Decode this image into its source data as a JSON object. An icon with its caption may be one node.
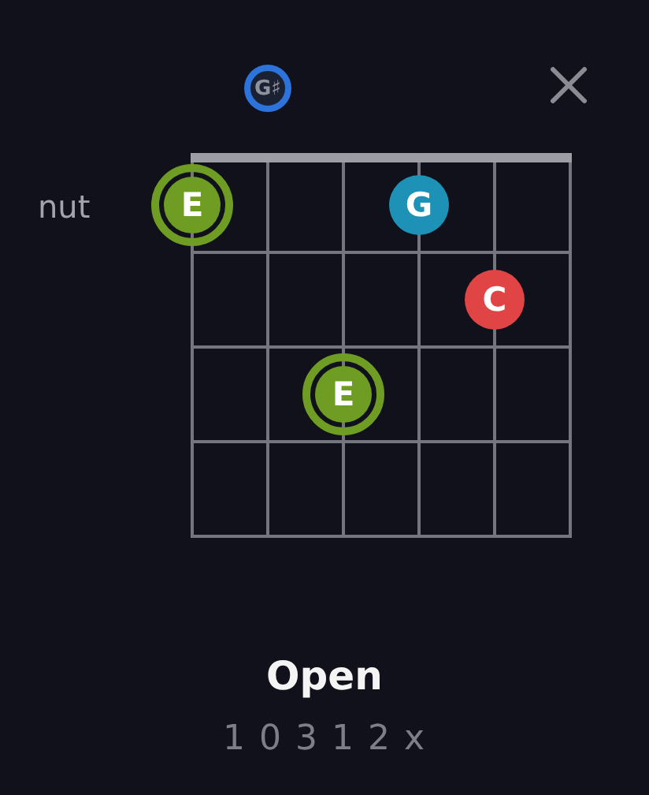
{
  "diagram": {
    "caption": "Open",
    "nodes": [
      {
        "text": [
          "G♯"
        ]
      },
      {
        "text": [
          "E"
        ]
      },
      {
        "text": [
          "G"
        ]
      },
      {
        "text": [
          "C"
        ]
      },
      {
        "text": [
          "E"
        ]
      }
    ],
    "labels": [
      "nut",
      "1 0 3 1 2 x"
    ]
  }
}
